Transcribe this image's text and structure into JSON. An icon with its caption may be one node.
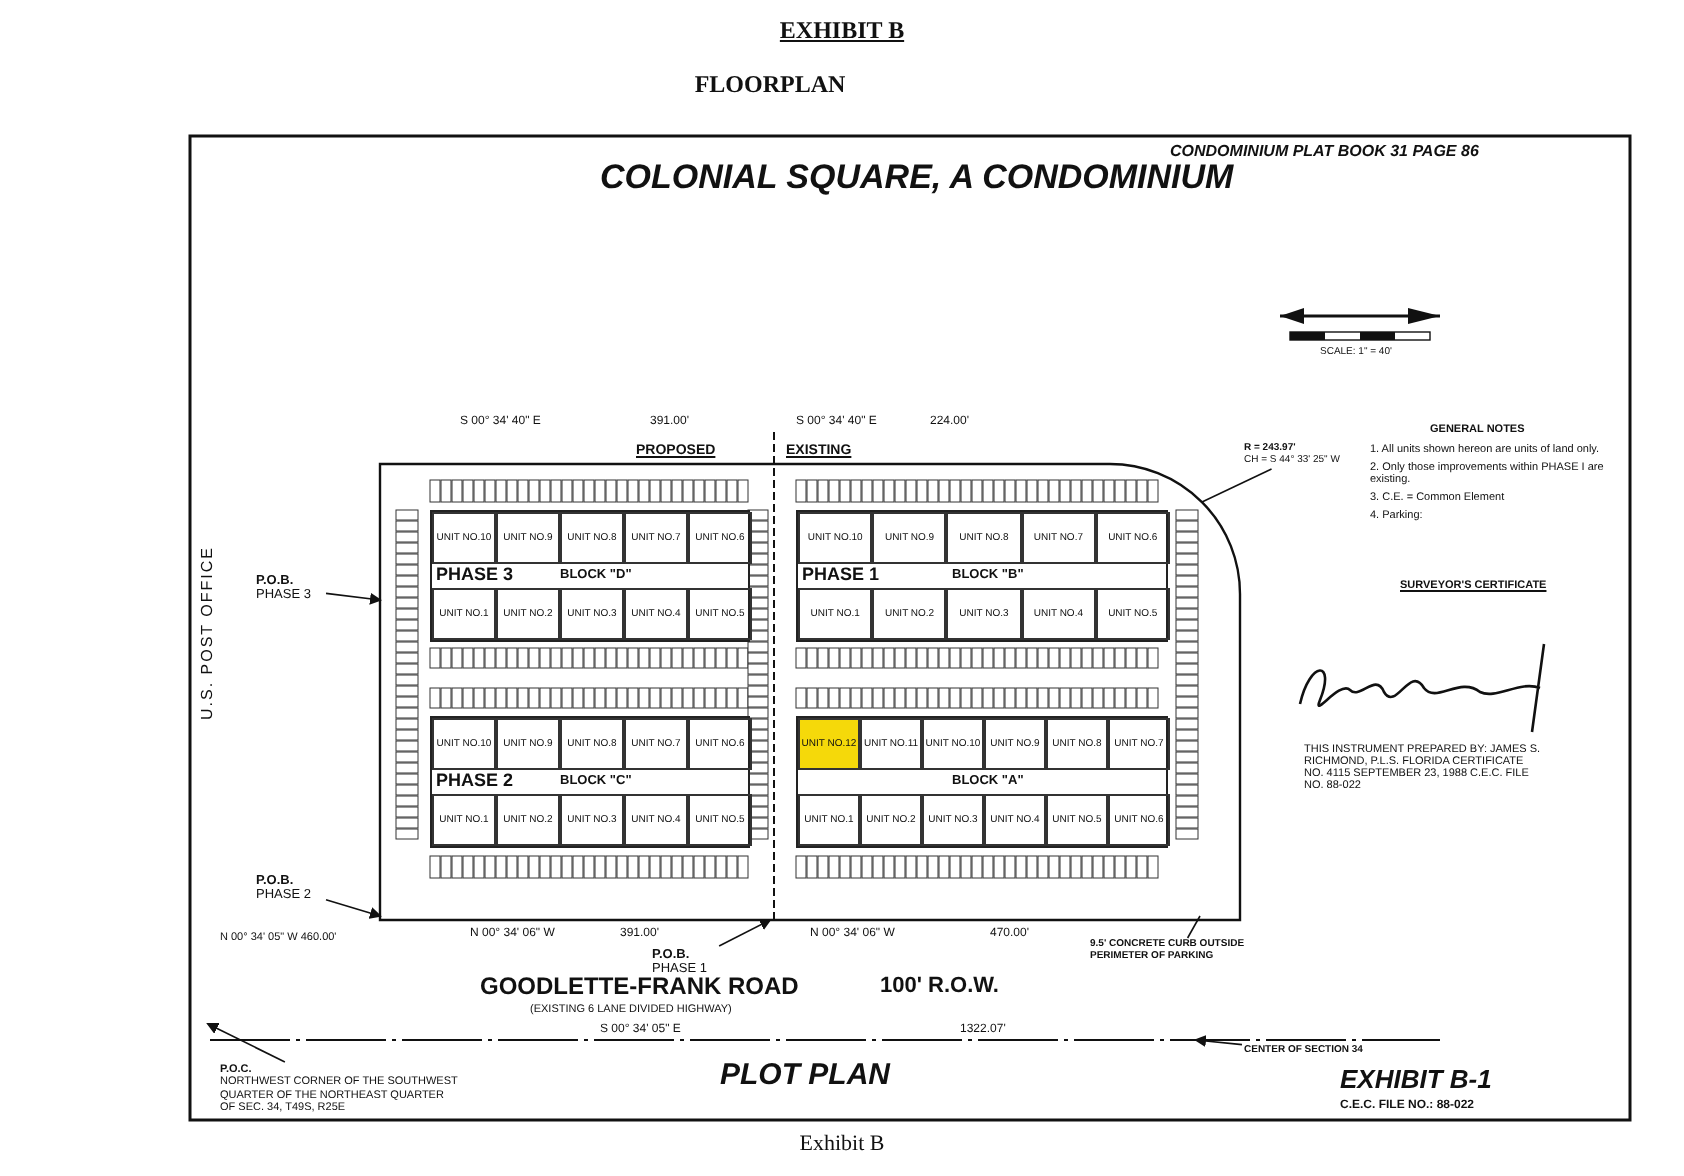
{
  "diagram": {
    "title": "EXHIBIT B",
    "caption": "Exhibit B",
    "nodes": [
      {
        "text": [
          "BLOCK \"D\""
        ]
      },
      {
        "text": [
          "UNIT NO.10"
        ],
        "in": 0
      },
      {
        "text": [
          "UNIT NO.9"
        ],
        "in": 0
      },
      {
        "text": [
          "UNIT NO.8"
        ],
        "in": 0
      },
      {
        "text": [
          "UNIT NO.7"
        ],
        "in": 0
      },
      {
        "text": [
          "UNIT NO.6"
        ],
        "in": 0
      },
      {
        "text": [
          "UNIT NO.1"
        ],
        "in": 0
      },
      {
        "text": [
          "UNIT NO.2"
        ],
        "in": 0
      },
      {
        "text": [
          "UNIT NO.3"
        ],
        "in": 0
      },
      {
        "text": [
          "UNIT NO.4"
        ],
        "in": 0
      },
      {
        "text": [
          "UNIT NO.5"
        ],
        "in": 0
      },
      {
        "text": [
          "BLOCK \"B\""
        ]
      },
      {
        "text": [
          "UNIT NO.10"
        ],
        "in": 11
      },
      {
        "text": [
          "UNIT NO.9"
        ],
        "in": 11
      },
      {
        "text": [
          "UNIT NO.8"
        ],
        "in": 11
      },
      {
        "text": [
          "UNIT NO.7"
        ],
        "in": 11
      },
      {
        "text": [
          "UNIT NO.6"
        ],
        "in": 11
      },
      {
        "text": [
          "UNIT NO.1"
        ],
        "in": 11
      },
      {
        "text": [
          "UNIT NO.2"
        ],
        "in": 11
      },
      {
        "text": [
          "UNIT NO.3"
        ],
        "in": 11
      },
      {
        "text": [
          "UNIT NO.4"
        ],
        "in": 11
      },
      {
        "text": [
          "UNIT NO.5"
        ],
        "in": 11
      },
      {
        "text": [
          "BLOCK \"C\""
        ]
      },
      {
        "text": [
          "UNIT NO.10"
        ],
        "in": 22
      },
      {
        "text": [
          "UNIT NO.9"
        ],
        "in": 22
      },
      {
        "text": [
          "UNIT NO.8"
        ],
        "in": 22
      },
      {
        "text": [
          "UNIT NO.7"
        ],
        "in": 22
      },
      {
        "text": [
          "UNIT NO.6"
        ],
        "in": 22
      },
      {
        "text": [
          "UNIT NO.1"
        ],
        "in": 22
      },
      {
        "text": [
          "UNIT NO.2"
        ],
        "in": 22
      },
      {
        "text": [
          "UNIT NO.3"
        ],
        "in": 22
      },
      {
        "text": [
          "UNIT NO.4"
        ],
        "in": 22
      },
      {
        "text": [
          "UNIT NO.5"
        ],
        "in": 22
      },
      {
        "text": [
          "BLOCK \"A\""
        ]
      },
      {
        "text": [
          "UNIT NO.12"
        ],
        "in": 33
      },
      {
        "text": [
          "UNIT NO.11"
        ],
        "in": 33
      },
      {
        "text": [
          "UNIT NO.10"
        ],
        "in": 33
      },
      {
        "text": [
          "UNIT NO.9"
        ],
        "in": 33
      },
      {
        "text": [
          "UNIT NO.8"
        ],
        "in": 33
      },
      {
        "text": [
          "UNIT NO.7"
        ],
        "in": 33
      },
      {
        "text": [
          "UNIT NO.1"
        ],
        "in": 33
      },
      {
        "text": [
          "UNIT NO.2"
        ],
        "in": 33
      },
      {
        "text": [
          "UNIT NO.3"
        ],
        "in": 33
      },
      {
        "text": [
          "UNIT NO.4"
        ],
        "in": 33
      },
      {
        "text": [
          "UNIT NO.5"
        ],
        "in": 33
      },
      {
        "text": [
          "UNIT NO.6"
        ],
        "in": 33
      },
      {
        "text": [
          "R = 243.97'",
          "CH = S 44° 33' 25\" W"
        ]
      },
      {
        "text": [
          "P.O.B.",
          "PHASE 3"
        ]
      },
      {
        "text": [
          "P.O.B.",
          "PHASE 2"
        ]
      },
      {
        "text": [
          "P.O.B.",
          "PHASE 1"
        ]
      },
      {
        "text": [
          "9.5' CONCRETE CURB OUTSIDE PERIMETER OF PARKING"
        ]
      },
      {
        "text": [
          "P.O.C.",
          "NORTHWEST CORNER OF THE SOUTHWEST QUARTER OF THE NORTHEAST QUARTER OF SEC. 34, T49S, R25E"
        ]
      },
      {
        "text": [
          "CENTER OF SECTION 34"
        ]
      }
    ],
    "edges": [
      {
        "from": 46,
        "to": null,
        "arrow": "none"
      },
      {
        "from": 47,
        "to": null,
        "arrow": "to"
      },
      {
        "from": 48,
        "to": null,
        "arrow": "to"
      },
      {
        "from": 49,
        "to": null,
        "arrow": "to"
      },
      {
        "from": 50,
        "to": null,
        "arrow": "none"
      },
      {
        "from": 51,
        "to": null,
        "arrow": "to"
      },
      {
        "from": 52,
        "to": null,
        "arrow": "to"
      }
    ],
    "labels": [
      "FLOORPLAN",
      "COLONIAL SQUARE, A CONDOMINIUM",
      "CONDOMINIUM PLAT BOOK 31 PAGE 86",
      "SCALE: 1\" = 40'",
      "S 00° 34' 40\" E",
      "391.00'",
      "S 00° 34' 40\" E",
      "224.00'",
      "PROPOSED",
      "EXISTING",
      "GENERAL NOTES",
      "1. All units shown hereon are units of land only.",
      "2. Only those improvements within PHASE I are existing.",
      "3. C.E. = Common Element",
      "4. Parking:",
      "PHASE 3",
      "U.S. POST OFFICE",
      "PHASE 1",
      "SURVEYOR'S CERTIFICATE",
      "PHASE 2",
      "THIS INSTRUMENT PREPARED BY: JAMES S. RICHMOND, P.L.S. FLORIDA CERTIFICATE NO. 4115 SEPTEMBER 23, 1988 C.E.C. FILE NO. 88-022",
      "N 00° 34' 05\" W 460.00'",
      "N 00° 34' 06\" W",
      "391.00'",
      "N 00° 34' 06\" W",
      "470.00'",
      "GOODLETTE-FRANK ROAD",
      "(EXISTING 6 LANE DIVIDED HIGHWAY)",
      "100' R.O.W.",
      "S 00° 34' 05\" E",
      "1322.07'",
      "PLOT PLAN",
      "EXHIBIT B-1",
      "C.E.C. FILE NO.: 88-022"
    ]
  }
}
